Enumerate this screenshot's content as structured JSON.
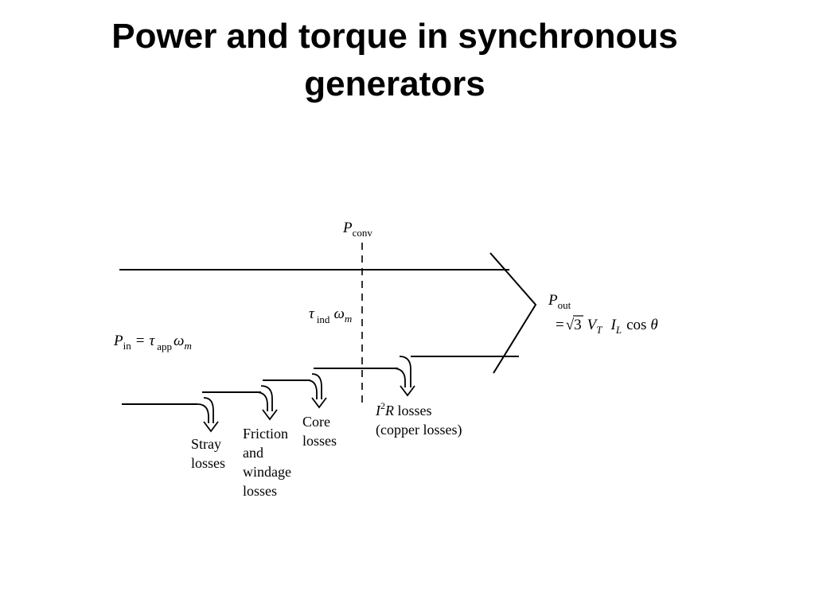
{
  "slide": {
    "title_line1": "Power and torque in synchronous",
    "title_line2": "generators"
  },
  "diagram": {
    "p_conv": {
      "symbol": "P",
      "subscript": "conv"
    },
    "torque_ind": {
      "tau": "τ",
      "tau_sub": "ind",
      "omega": "ω",
      "omega_sub": "m"
    },
    "p_in": {
      "symbol": "P",
      "subscript": "in",
      "equals": "=",
      "tau": "τ",
      "tau_sub": "app",
      "omega": "ω",
      "omega_sub": "m"
    },
    "p_out": {
      "symbol": "P",
      "subscript": "out",
      "equals": "=",
      "sqrt": "√",
      "three": "3",
      "v": "V",
      "v_sub": "T",
      "i": "I",
      "i_sub": "L",
      "cos": "cos",
      "theta": "θ"
    },
    "losses": {
      "stray": [
        "Stray",
        "losses"
      ],
      "friction": [
        "Friction",
        "and",
        "windage",
        "losses"
      ],
      "core": [
        "Core",
        "losses"
      ],
      "i2r_line1": {
        "i": "I",
        "sup": "2",
        "r": "R",
        "rest": " losses"
      },
      "i2r_line2": "(copper losses)"
    },
    "colors": {
      "ink": "#000000",
      "background": "#ffffff"
    }
  }
}
